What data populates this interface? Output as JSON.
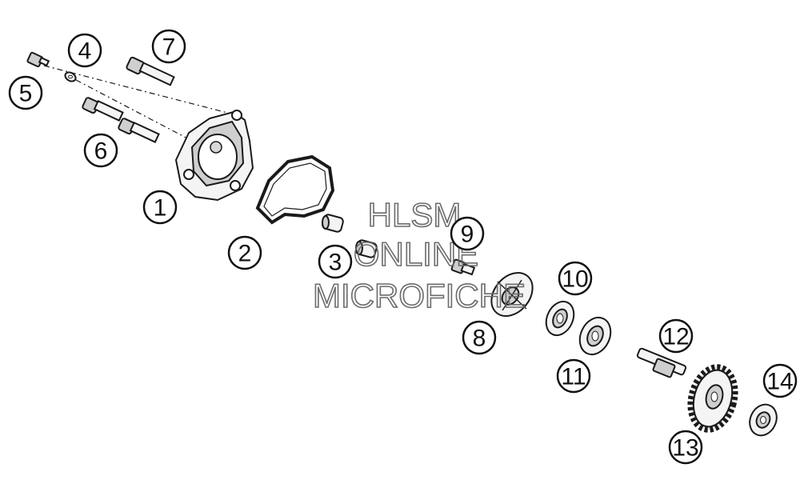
{
  "callouts": [
    {
      "n": "1"
    },
    {
      "n": "2"
    },
    {
      "n": "3"
    },
    {
      "n": "4"
    },
    {
      "n": "5"
    },
    {
      "n": "6"
    },
    {
      "n": "7"
    },
    {
      "n": "8"
    },
    {
      "n": "9"
    },
    {
      "n": "10"
    },
    {
      "n": "11"
    },
    {
      "n": "12"
    },
    {
      "n": "13"
    },
    {
      "n": "14"
    }
  ],
  "watermark": {
    "line1": "HLSM",
    "line2": "ONLINE",
    "line3": "MICROFICHE"
  }
}
